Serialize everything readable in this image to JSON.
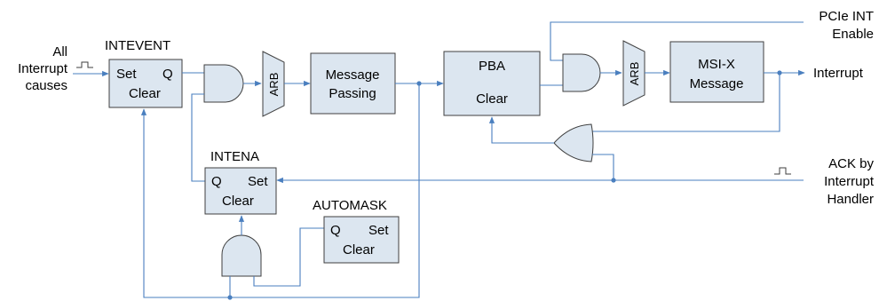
{
  "inputs": {
    "all_interrupt_causes": [
      "All",
      "Interrupt",
      "causes"
    ],
    "pcie_int_enable": [
      "PCIe INT",
      "Enable"
    ],
    "ack_by_interrupt_handler": [
      "ACK by",
      "Interrupt",
      "Handler"
    ]
  },
  "outputs": {
    "interrupt": "Interrupt"
  },
  "blocks": {
    "intevent": {
      "title": "INTEVENT",
      "set": "Set",
      "q": "Q",
      "clear": "Clear"
    },
    "intena": {
      "title": "INTENA",
      "q": "Q",
      "set": "Set",
      "clear": "Clear"
    },
    "automask": {
      "title": "AUTOMASK",
      "q": "Q",
      "set": "Set",
      "clear": "Clear"
    },
    "message_passing": {
      "line1": "Message",
      "line2": "Passing"
    },
    "pba": {
      "title": "PBA",
      "clear": "Clear"
    },
    "msix": {
      "line1": "MSI-X",
      "line2": "Message"
    },
    "arb1": "ARB",
    "arb2": "ARB"
  },
  "colors": {
    "block_fill": "#dce6f0",
    "wire": "#4a7fbf",
    "outline": "#3f3f3f"
  }
}
